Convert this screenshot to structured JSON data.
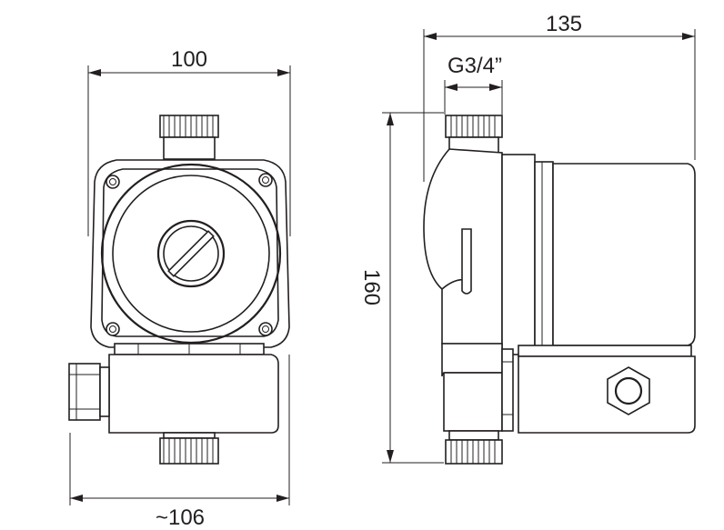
{
  "dimensions": {
    "front_width": "100",
    "front_overall_width": "~106",
    "side_width": "135",
    "thread": "G3/4”",
    "height": "160"
  }
}
